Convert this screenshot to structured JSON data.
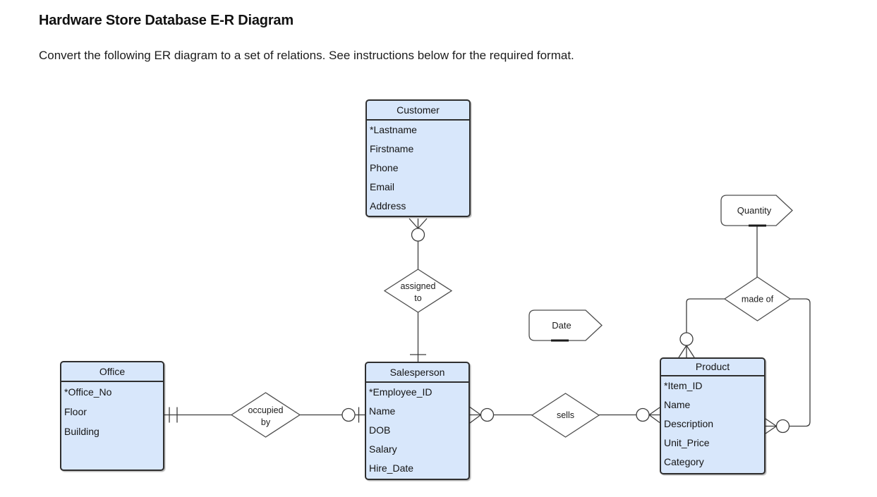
{
  "header": {
    "title": "Hardware Store Database E-R Diagram",
    "subtitle": "Convert the following ER diagram to a set of relations. See instructions below for the required format."
  },
  "entities": {
    "customer": {
      "title": "Customer",
      "attributes": [
        "*Lastname",
        "Firstname",
        "Phone",
        "Email",
        "Address"
      ]
    },
    "office": {
      "title": "Office",
      "attributes": [
        "*Office_No",
        "Floor",
        "Building"
      ]
    },
    "salesperson": {
      "title": "Salesperson",
      "attributes": [
        "*Employee_ID",
        "Name",
        "DOB",
        "Salary",
        "Hire_Date"
      ]
    },
    "product": {
      "title": "Product",
      "attributes": [
        "*Item_ID",
        "Name",
        "Description",
        "Unit_Price",
        "Category"
      ]
    }
  },
  "relationships": {
    "assigned_to": {
      "line1": "assigned",
      "line2": "to"
    },
    "occupied_by": {
      "line1": "occupied",
      "line2": "by"
    },
    "sells": {
      "label": "sells"
    },
    "made_of": {
      "label": "made of"
    }
  },
  "attribute_shapes": {
    "quantity": {
      "label": "Quantity"
    },
    "date": {
      "label": "Date"
    }
  },
  "colors": {
    "entity_fill": "#d8e7fb",
    "entity_border": "#2f2f2f",
    "line": "#3d3d3d",
    "shape_stroke": "#4d4d4d"
  }
}
